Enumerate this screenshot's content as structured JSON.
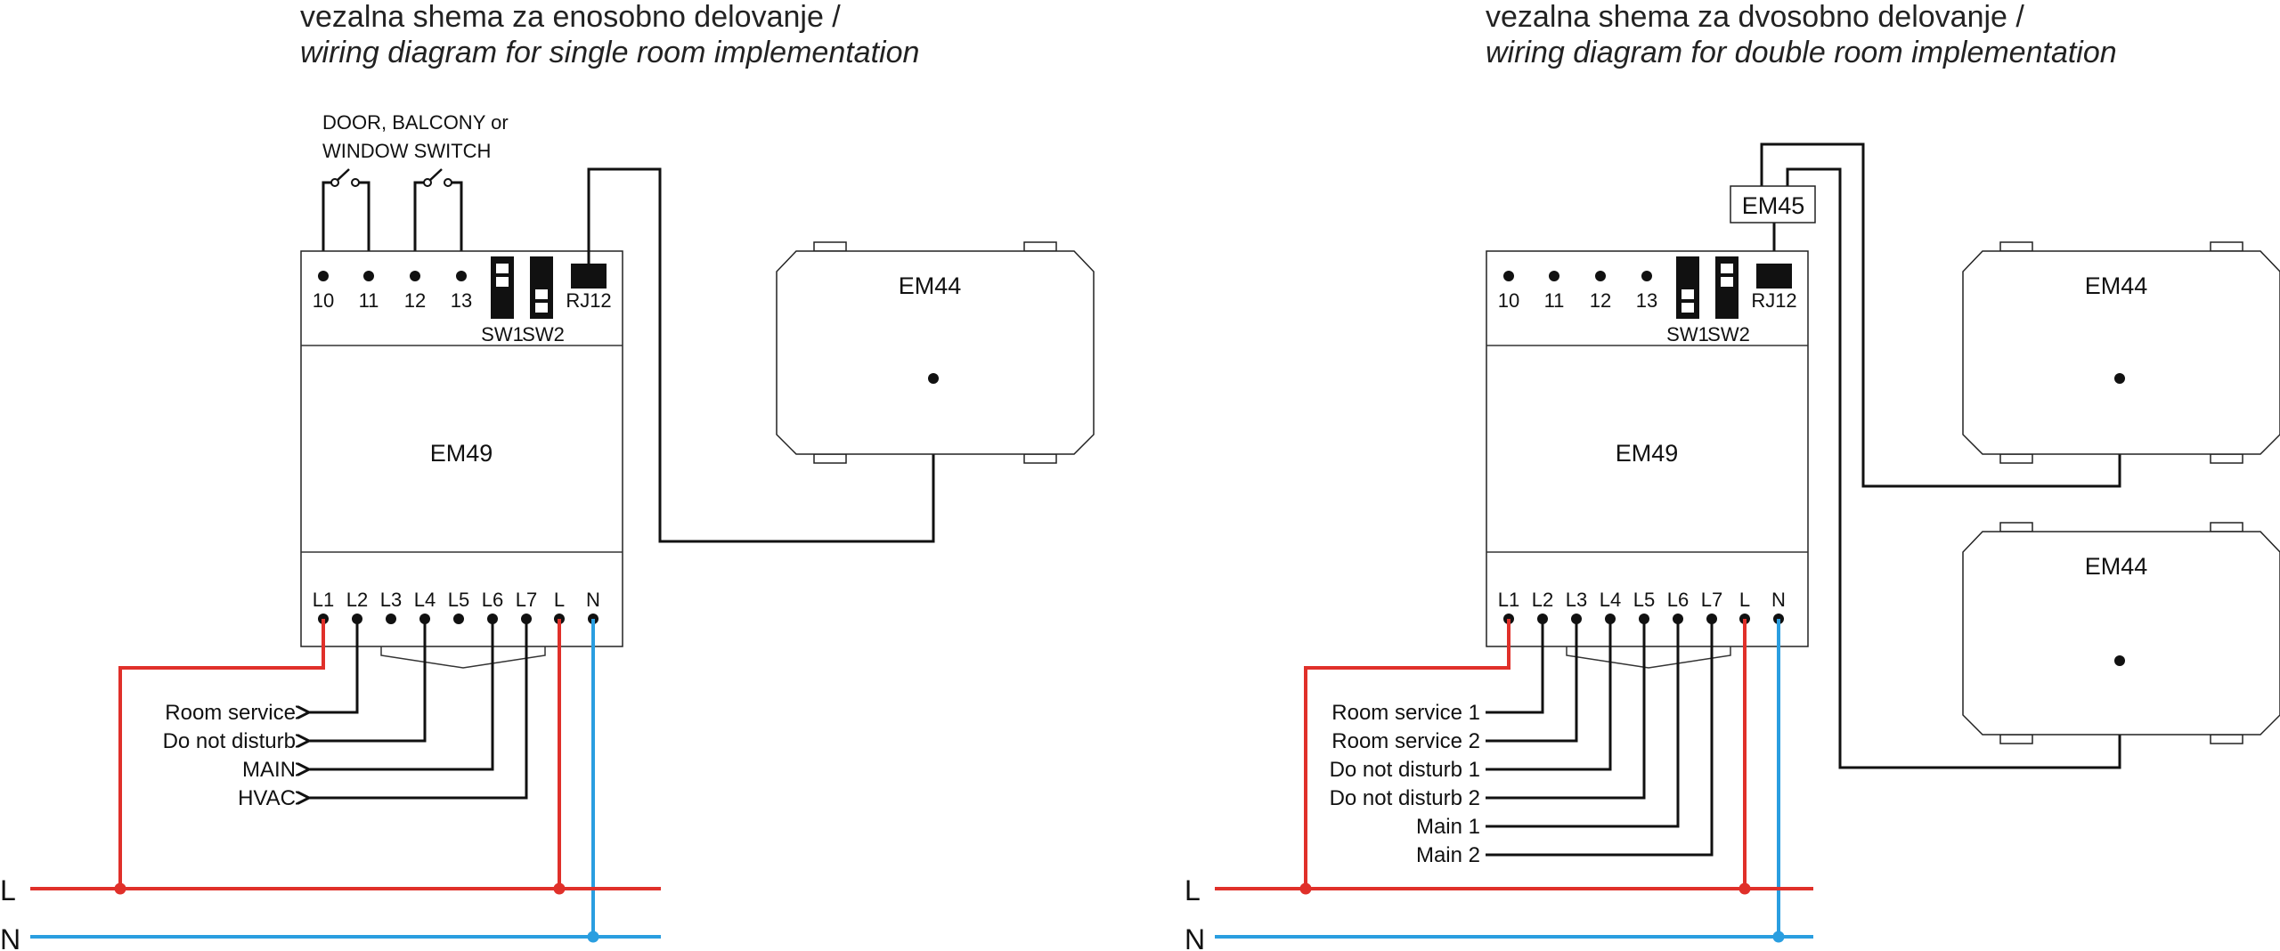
{
  "colors": {
    "line": "#e0302a",
    "neutral": "#2a9ee0",
    "wire": "#111111"
  },
  "rail_labels": {
    "line": "L",
    "neutral": "N"
  },
  "diagrams": [
    {
      "title": "vezalna shema za enosobno delovanje  /",
      "subtitle": "wiring diagram for single room implementation",
      "switch_note": [
        "DOOR, BALCONY or",
        "WINDOW SWITCH"
      ],
      "device": "EM49",
      "sensors": [
        "EM44"
      ],
      "top_terminals": [
        "10",
        "11",
        "12",
        "13"
      ],
      "rj_label": "RJ12",
      "sw_labels": [
        "SW1",
        "SW2"
      ],
      "bottom_terminals": [
        "L1",
        "L2",
        "L3",
        "L4",
        "L5",
        "L6",
        "L7",
        "L",
        "N"
      ],
      "outputs": [
        "Room service",
        "Do not disturb",
        "MAIN",
        "HVAC"
      ]
    },
    {
      "title": "vezalna shema za dvosobno delovanje  /",
      "subtitle": "wiring diagram for double room implementation",
      "device": "EM49",
      "splitter": "EM45",
      "sensors": [
        "EM44",
        "EM44"
      ],
      "top_terminals": [
        "10",
        "11",
        "12",
        "13"
      ],
      "rj_label": "RJ12",
      "sw_labels": [
        "SW1",
        "SW2"
      ],
      "bottom_terminals": [
        "L1",
        "L2",
        "L3",
        "L4",
        "L5",
        "L6",
        "L7",
        "L",
        "N"
      ],
      "outputs": [
        "Room service 1",
        "Room service 2",
        "Do not disturb 1",
        "Do not disturb 2",
        "Main 1",
        "Main 2"
      ]
    }
  ]
}
